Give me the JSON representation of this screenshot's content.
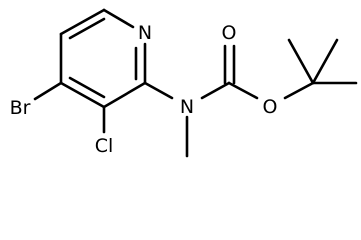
{
  "molecule": {
    "atoms": {
      "ring_nitrogen": "N",
      "amine_nitrogen": "N",
      "carbonyl_oxygen": "O",
      "ester_oxygen": "O",
      "bromine": "Br",
      "chlorine": "Cl"
    }
  }
}
